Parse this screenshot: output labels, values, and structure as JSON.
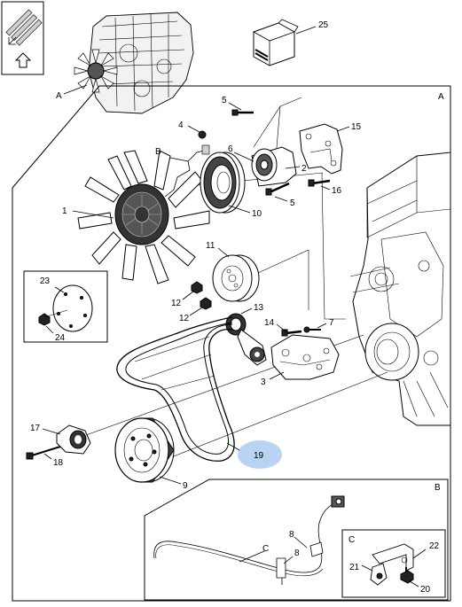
{
  "view_labels": {
    "A_main": "A",
    "A_engine": "A",
    "B": "B",
    "C": "C"
  },
  "callouts": {
    "c1": "1",
    "c2": "2",
    "c3": "3",
    "c4": "4",
    "c5a": "5",
    "c5b": "5",
    "c6": "6",
    "c7": "7",
    "c8a": "8",
    "c8b": "8",
    "c9": "9",
    "c10": "10",
    "c11": "11",
    "c12a": "12",
    "c12b": "12",
    "c13": "13",
    "c14": "14",
    "c15": "15",
    "c16": "16",
    "c17": "17",
    "c18": "18",
    "c19": "19",
    "c20": "20",
    "c21": "21",
    "c22": "22",
    "c23": "23",
    "c24": "24",
    "c25": "25",
    "cB": "B",
    "cC": "C"
  },
  "highlight_color": "#b8d4f2",
  "icons": {
    "kit": "parts-kit-box-icon",
    "orientation": "orientation-arrows-icon"
  }
}
